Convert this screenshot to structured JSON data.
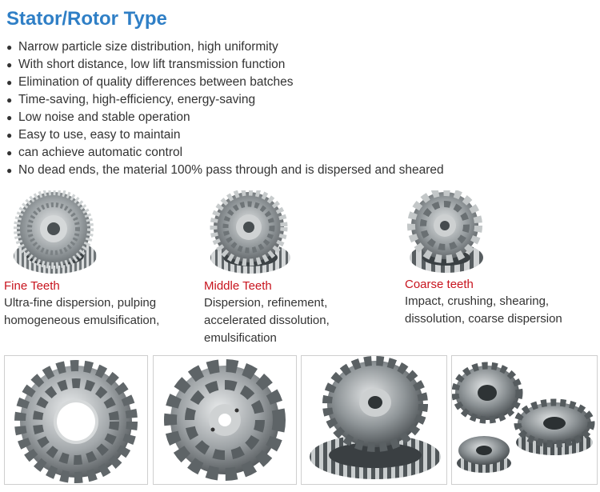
{
  "title": "Stator/Rotor Type",
  "bullets": [
    "Narrow particle size distribution, high uniformity",
    "With short distance, low lift transmission function",
    "Elimination of quality differences between batches",
    "Time-saving, high-efficiency, energy-saving",
    "Low noise and stable operation",
    "Easy to use, easy to maintain",
    "can achieve automatic control",
    "No dead ends, the material 100% pass through and is dispersed and sheared"
  ],
  "bullet_glyph": "●",
  "types": [
    {
      "title": "Fine Teeth",
      "desc": [
        "Ultra-fine dispersion, pulping",
        "homogeneous emulsification,"
      ]
    },
    {
      "title": "Middle Teeth",
      "desc": [
        "Dispersion, refinement,",
        "accelerated dissolution,",
        "emulsification"
      ]
    },
    {
      "title": "Coarse teeth",
      "desc": [
        "Impact, crushing, shearing,",
        "dissolution, coarse dispersion"
      ]
    }
  ],
  "colors": {
    "title": "#2f7fc6",
    "type_title": "#c8141e",
    "metal": "#8e9396"
  }
}
